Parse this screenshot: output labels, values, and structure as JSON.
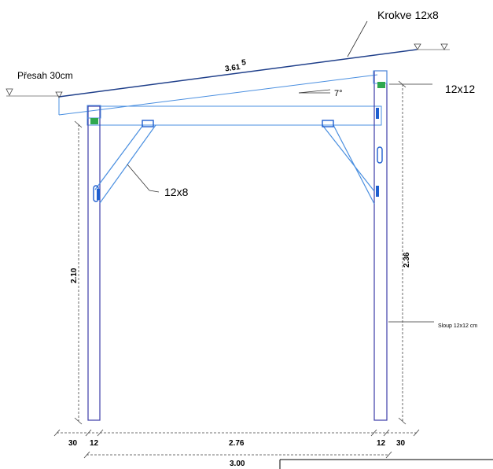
{
  "labels": {
    "krokve": "Krokve 12x8",
    "presah": "Přesah 30cm",
    "beam": "12x12",
    "brace": "12x8",
    "angle": "7°",
    "sloup": "Sloup 12x12 cm"
  },
  "dimensions": {
    "rafter_length": "3.61",
    "rafter_length_sup": "5",
    "left_height": "2.10",
    "right_height": "2.36",
    "overhang_left": "30",
    "post_left": "12",
    "inner_span": "2.76",
    "post_right": "12",
    "overhang_right": "30",
    "total_span": "3.00"
  },
  "colors": {
    "structure": "#4a8fe0",
    "post": "#3c3ca8",
    "rafter": "#1f3f8a",
    "joint": "#2fa84f",
    "dimension": "#444444"
  }
}
